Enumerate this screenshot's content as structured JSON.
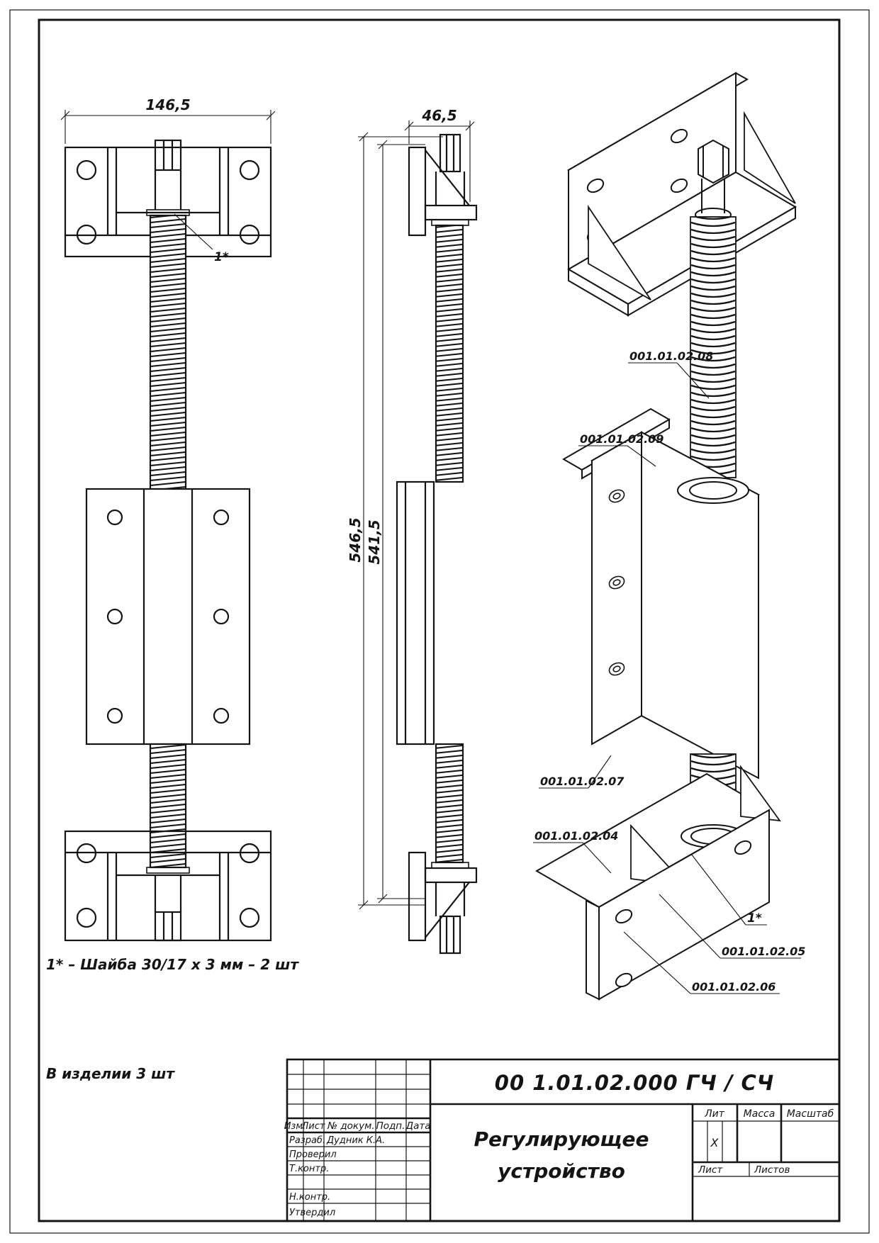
{
  "notes": {
    "washer": "1* –  Шайба  30/17 х 3  мм  – 2 шт",
    "product": "В изделии  3 шт"
  },
  "dims": {
    "front_width": "146,5",
    "side_width": "46,5",
    "height_outer": "546,5",
    "height_inner": "541,5"
  },
  "refs": {
    "washer_front": "1*",
    "washer_iso": "1*"
  },
  "callouts": {
    "c08": "001.01.02.08",
    "c09": "001.01.02.09",
    "c07": "001.01.02.07",
    "c04": "001.01.02.04",
    "c05": "001.01.02.05",
    "c06": "001.01.02.06"
  },
  "title_block": {
    "doc_number": "00 1.01.02.000 ГЧ / СЧ",
    "name_line1": "Регулирующее",
    "name_line2": "устройство",
    "cols": {
      "izm": "Изм.",
      "list": "Лист",
      "doc": "№ докум.",
      "podp": "Подп.",
      "data": "Дата"
    },
    "rows": {
      "razrab": "Разраб.",
      "developer": "Дудник К.А.",
      "proveril": "Проверил",
      "tkontr": "Т.контр.",
      "nkontr": "Н.контр.",
      "utverdil": "Утвердил"
    },
    "right": {
      "lit": "Лит",
      "massa": "Масса",
      "masshtab": "Масштаб",
      "list": "Лист",
      "listov": "Листов",
      "lit_value": "X"
    }
  }
}
